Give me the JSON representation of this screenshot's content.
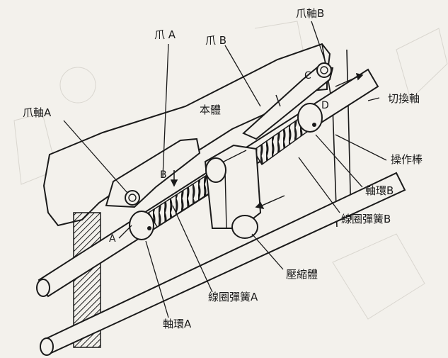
{
  "labels": {
    "pawl_a": "爪 A",
    "pawl_b": "爪 B",
    "pawl_shaft_a": "爪軸A",
    "pawl_shaft_b": "爪軸B",
    "body": "本體",
    "switch_shaft": "切換軸",
    "operating_rod": "操作棒",
    "shaft_ring_b": "軸環B",
    "coil_spring_b": "線圈彈簧B",
    "compression_body": "壓縮體",
    "coil_spring_a": "線圈彈簧A",
    "shaft_ring_a": "軸環A",
    "point_a": "A",
    "point_b": "B",
    "point_c": "C",
    "point_d": "D"
  },
  "colors": {
    "paper": "#f3f1ec",
    "ink": "#1a1a1a",
    "faint": "#d9d6cf"
  }
}
